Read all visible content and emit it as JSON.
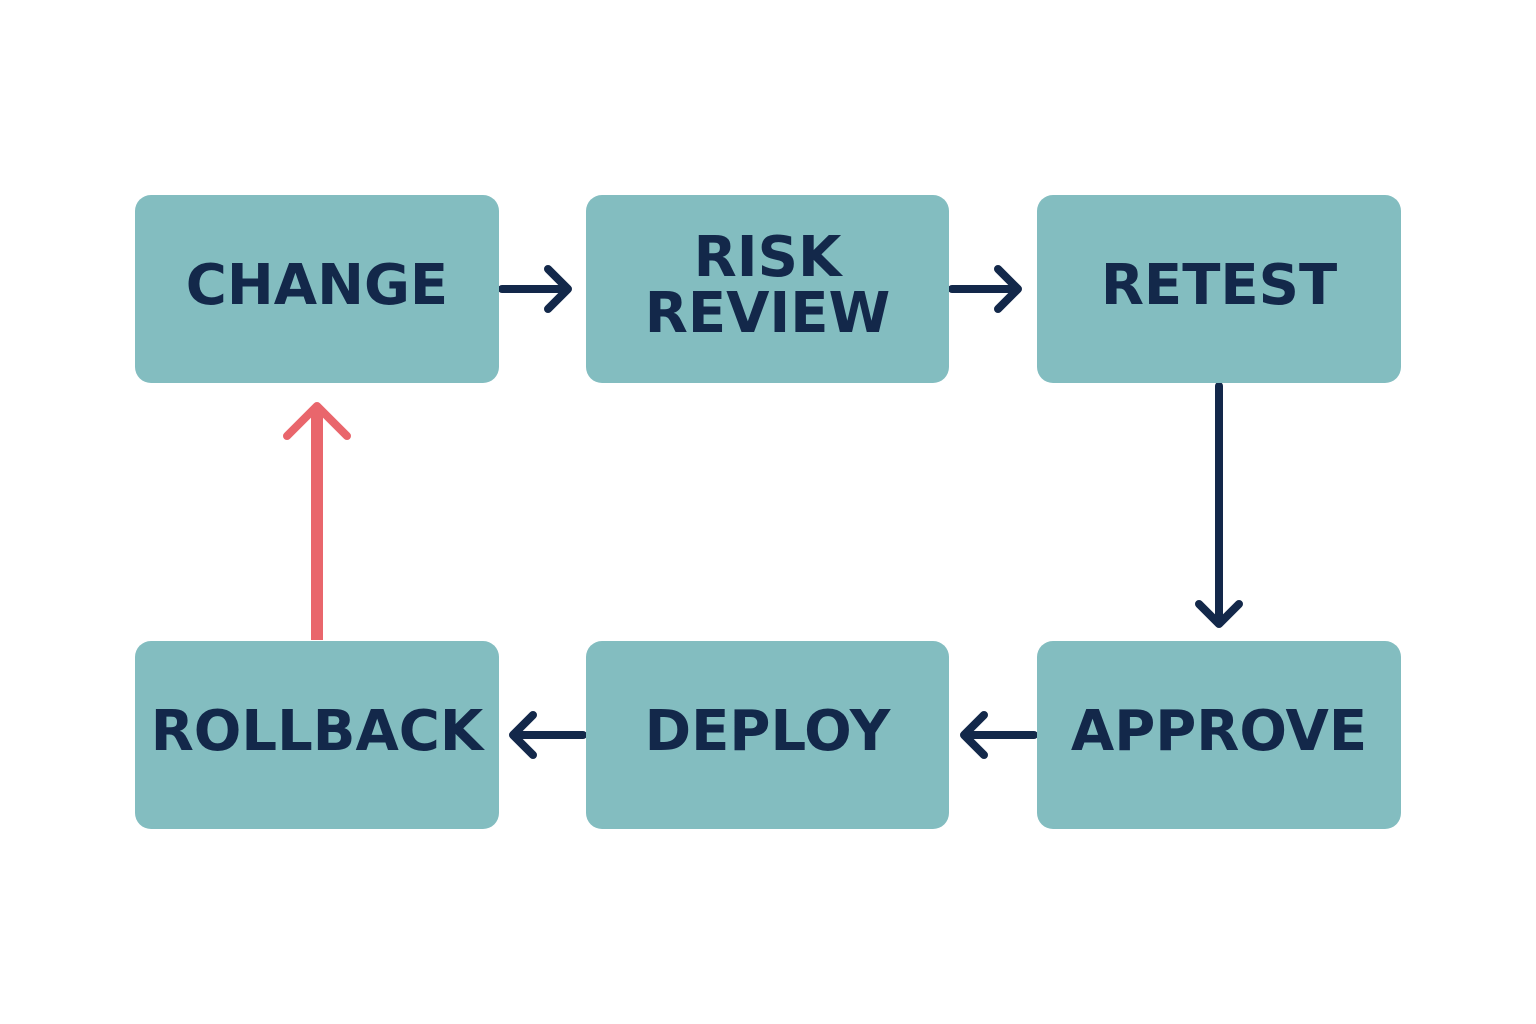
{
  "diagram": {
    "type": "flowchart",
    "colors": {
      "background": "#ffffff",
      "box_fill": "#83bdc0",
      "text": "#13284a",
      "arrow": "#13284a",
      "rollback_arrow": "#e9666c"
    },
    "nodes": [
      {
        "id": "change",
        "lines": [
          "CHANGE"
        ]
      },
      {
        "id": "risk_review",
        "lines": [
          "RISK",
          "REVIEW"
        ]
      },
      {
        "id": "retest",
        "lines": [
          "RETEST"
        ]
      },
      {
        "id": "approve",
        "lines": [
          "APPROVE"
        ]
      },
      {
        "id": "deploy",
        "lines": [
          "DEPLOY"
        ]
      },
      {
        "id": "rollback",
        "lines": [
          "ROLLBACK"
        ]
      }
    ],
    "edges": [
      {
        "from": "change",
        "to": "risk_review",
        "color": "arrow"
      },
      {
        "from": "risk_review",
        "to": "retest",
        "color": "arrow"
      },
      {
        "from": "retest",
        "to": "approve",
        "color": "arrow"
      },
      {
        "from": "approve",
        "to": "deploy",
        "color": "arrow"
      },
      {
        "from": "deploy",
        "to": "rollback",
        "color": "arrow"
      },
      {
        "from": "rollback",
        "to": "change",
        "color": "rollback_arrow"
      }
    ]
  }
}
